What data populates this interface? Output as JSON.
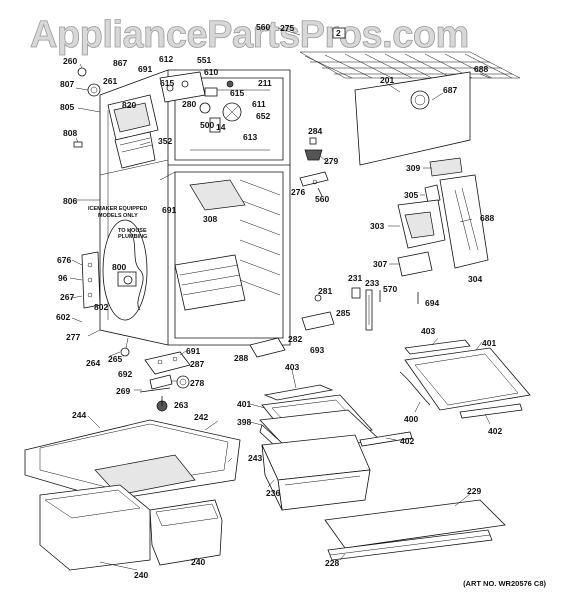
{
  "watermark": "AppliancePartsPros.com",
  "art_number": "(ART NO. WR20576 C8)",
  "notes": {
    "icemaker": [
      "ICEMAKER EQUIPPED",
      "MODELS ONLY"
    ],
    "to_house": [
      "TO HOUSE",
      "PLUMBING"
    ]
  },
  "callouts": [
    "560",
    "275",
    "201",
    "688",
    "687",
    "260",
    "867",
    "691",
    "612",
    "551",
    "610",
    "211",
    "807",
    "261",
    "615",
    "615",
    "280",
    "611",
    "652",
    "805",
    "820",
    "500",
    "14",
    "613",
    "352",
    "808",
    "284",
    "279",
    "309",
    "276",
    "560",
    "806",
    "691",
    "308",
    "305",
    "303",
    "688",
    "676",
    "96",
    "800",
    "307",
    "304",
    "267",
    "802",
    "231",
    "233",
    "570",
    "694",
    "281",
    "285",
    "602",
    "277",
    "282",
    "693",
    "403",
    "401",
    "691",
    "287",
    "288",
    "264",
    "265",
    "692",
    "278",
    "269",
    "263",
    "244",
    "242",
    "401",
    "398",
    "403",
    "400",
    "402",
    "402",
    "243",
    "236",
    "229",
    "240",
    "240",
    "228"
  ]
}
